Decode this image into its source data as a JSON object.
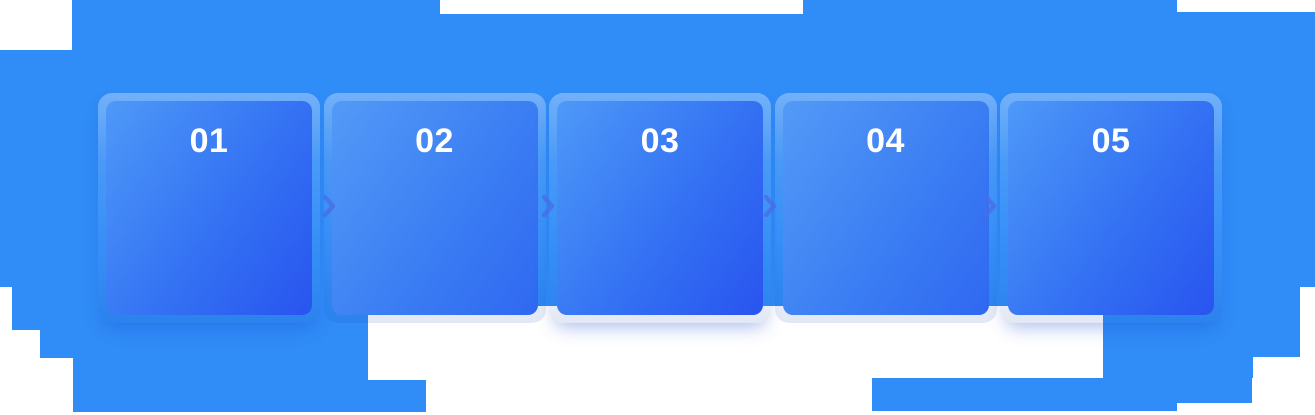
{
  "steps": [
    {
      "label": "01"
    },
    {
      "label": "02"
    },
    {
      "label": "03"
    },
    {
      "label": "04"
    },
    {
      "label": "05"
    }
  ],
  "separator_icon": "chevron-right-icon",
  "colors": {
    "page_bg": "#FFFFFF",
    "blob": "#308CF7",
    "chevron": "#4A6CE6",
    "card_number": "#FFFFFF",
    "card_odd_from": "#4E99F8",
    "card_odd_to": "#2854EF",
    "card_even_from": "#539AF7",
    "card_even_to": "#2F68F1"
  }
}
